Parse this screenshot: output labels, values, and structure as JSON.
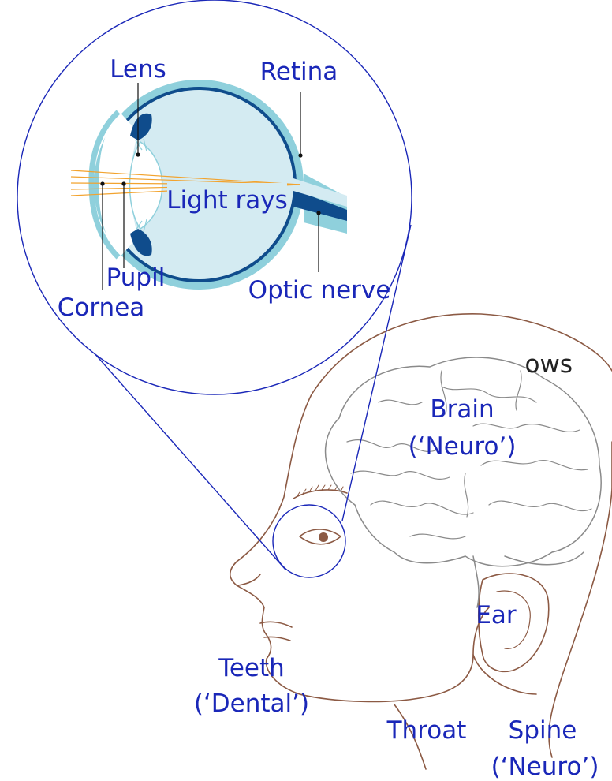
{
  "cut_off_text": "ows",
  "eye_labels": {
    "lens": "Lens",
    "retina": "Retina",
    "light_rays": "Light rays",
    "pupil": "Pupil",
    "cornea": "Cornea",
    "optic_nerve": "Optic nerve"
  },
  "head_labels": {
    "brain": "Brain",
    "brain_sub": "(‘Neuro’)",
    "ear": "Ear",
    "teeth": "Teeth",
    "teeth_sub": "(‘Dental’)",
    "throat": "Throat",
    "spine": "Spine",
    "spine_sub": "(‘Neuro’)"
  },
  "colors": {
    "label_text": "#1a27b8",
    "zoom_outline": "#1a27b8",
    "sclera": "#8fd0dc",
    "eye_fill": "#d4ebf2",
    "eye_dark": "#0f4c8c",
    "light_ray": "#f2a32e",
    "skin_outline": "#8c5a44",
    "brain_outline": "#8a8a8a"
  }
}
